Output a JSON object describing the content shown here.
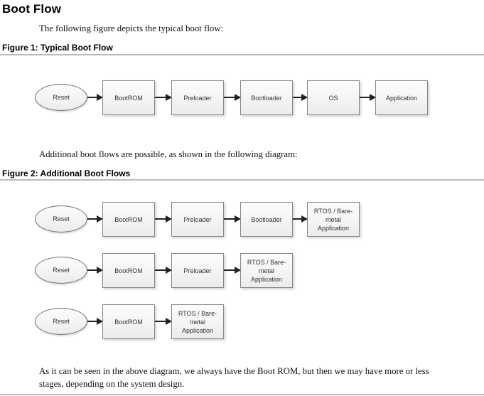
{
  "doc": {
    "title": "Boot Flow",
    "intro_paragraph": "The following figure depicts the typical boot flow:",
    "middle_paragraph": "Additional boot flows are possible, as shown in the following diagram:",
    "closing_paragraph": "As it can be seen in the above diagram, we always have the Boot ROM, but then we may have more or less\nstages, depending on the system design."
  },
  "figure1": {
    "caption": "Figure 1: Typical Boot Flow",
    "type": "flow-diagram",
    "nodes": [
      {
        "shape": "ellipse",
        "label": "Reset"
      },
      {
        "shape": "rect",
        "label": "BootROM"
      },
      {
        "shape": "rect",
        "label": "Preloader"
      },
      {
        "shape": "rect",
        "label": "Bootloader"
      },
      {
        "shape": "rect",
        "label": "OS"
      },
      {
        "shape": "rect",
        "label": "Application"
      }
    ]
  },
  "figure2": {
    "caption": "Figure 2: Additional Boot Flows",
    "type": "flow-diagram",
    "rows": [
      {
        "nodes": [
          {
            "shape": "ellipse",
            "label": "Reset"
          },
          {
            "shape": "rect",
            "label": "BootROM"
          },
          {
            "shape": "rect",
            "label": "Preloader"
          },
          {
            "shape": "rect",
            "label": "Bootloader"
          },
          {
            "shape": "rect",
            "label": "RTOS / Bare-\nmetal\nApplication"
          }
        ]
      },
      {
        "nodes": [
          {
            "shape": "ellipse",
            "label": "Reset"
          },
          {
            "shape": "rect",
            "label": "BootROM"
          },
          {
            "shape": "rect",
            "label": "Preloader"
          },
          {
            "shape": "rect",
            "label": "RTOS / Bare-\nmetal\nApplication"
          }
        ]
      },
      {
        "nodes": [
          {
            "shape": "ellipse",
            "label": "Reset"
          },
          {
            "shape": "rect",
            "label": "BootROM"
          },
          {
            "shape": "rect",
            "label": "RTOS / Bare-\nmetal\nApplication"
          }
        ]
      }
    ]
  },
  "colors": {
    "node_border": "#868686",
    "node_fill_top": "#fcfcfc",
    "node_fill_bottom": "#ebebeb",
    "arrow": "#222222",
    "rule": "#b9bcbf",
    "text": "#101010"
  }
}
